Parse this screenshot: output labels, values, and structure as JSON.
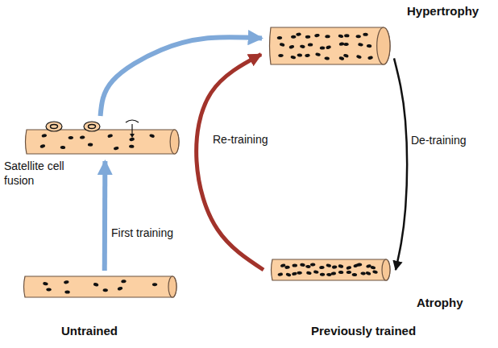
{
  "diagram": {
    "nodes": [
      {
        "text": [
          "Hypertrophy"
        ]
      },
      {
        "text": [
          "Satellite cell fusion"
        ]
      },
      {
        "text": [
          "Atrophy"
        ]
      },
      {
        "text": [
          "Untrained"
        ]
      }
    ],
    "edges": [
      {
        "from": 3,
        "to": 1,
        "arrow": "to",
        "label": "First training"
      },
      {
        "from": 1,
        "to": 0,
        "arrow": "to"
      },
      {
        "from": 2,
        "to": 0,
        "arrow": "to",
        "label": "Re-training"
      },
      {
        "from": 0,
        "to": 2,
        "arrow": "to",
        "label": "De-training"
      }
    ],
    "labels": [
      "Previously trained"
    ]
  }
}
